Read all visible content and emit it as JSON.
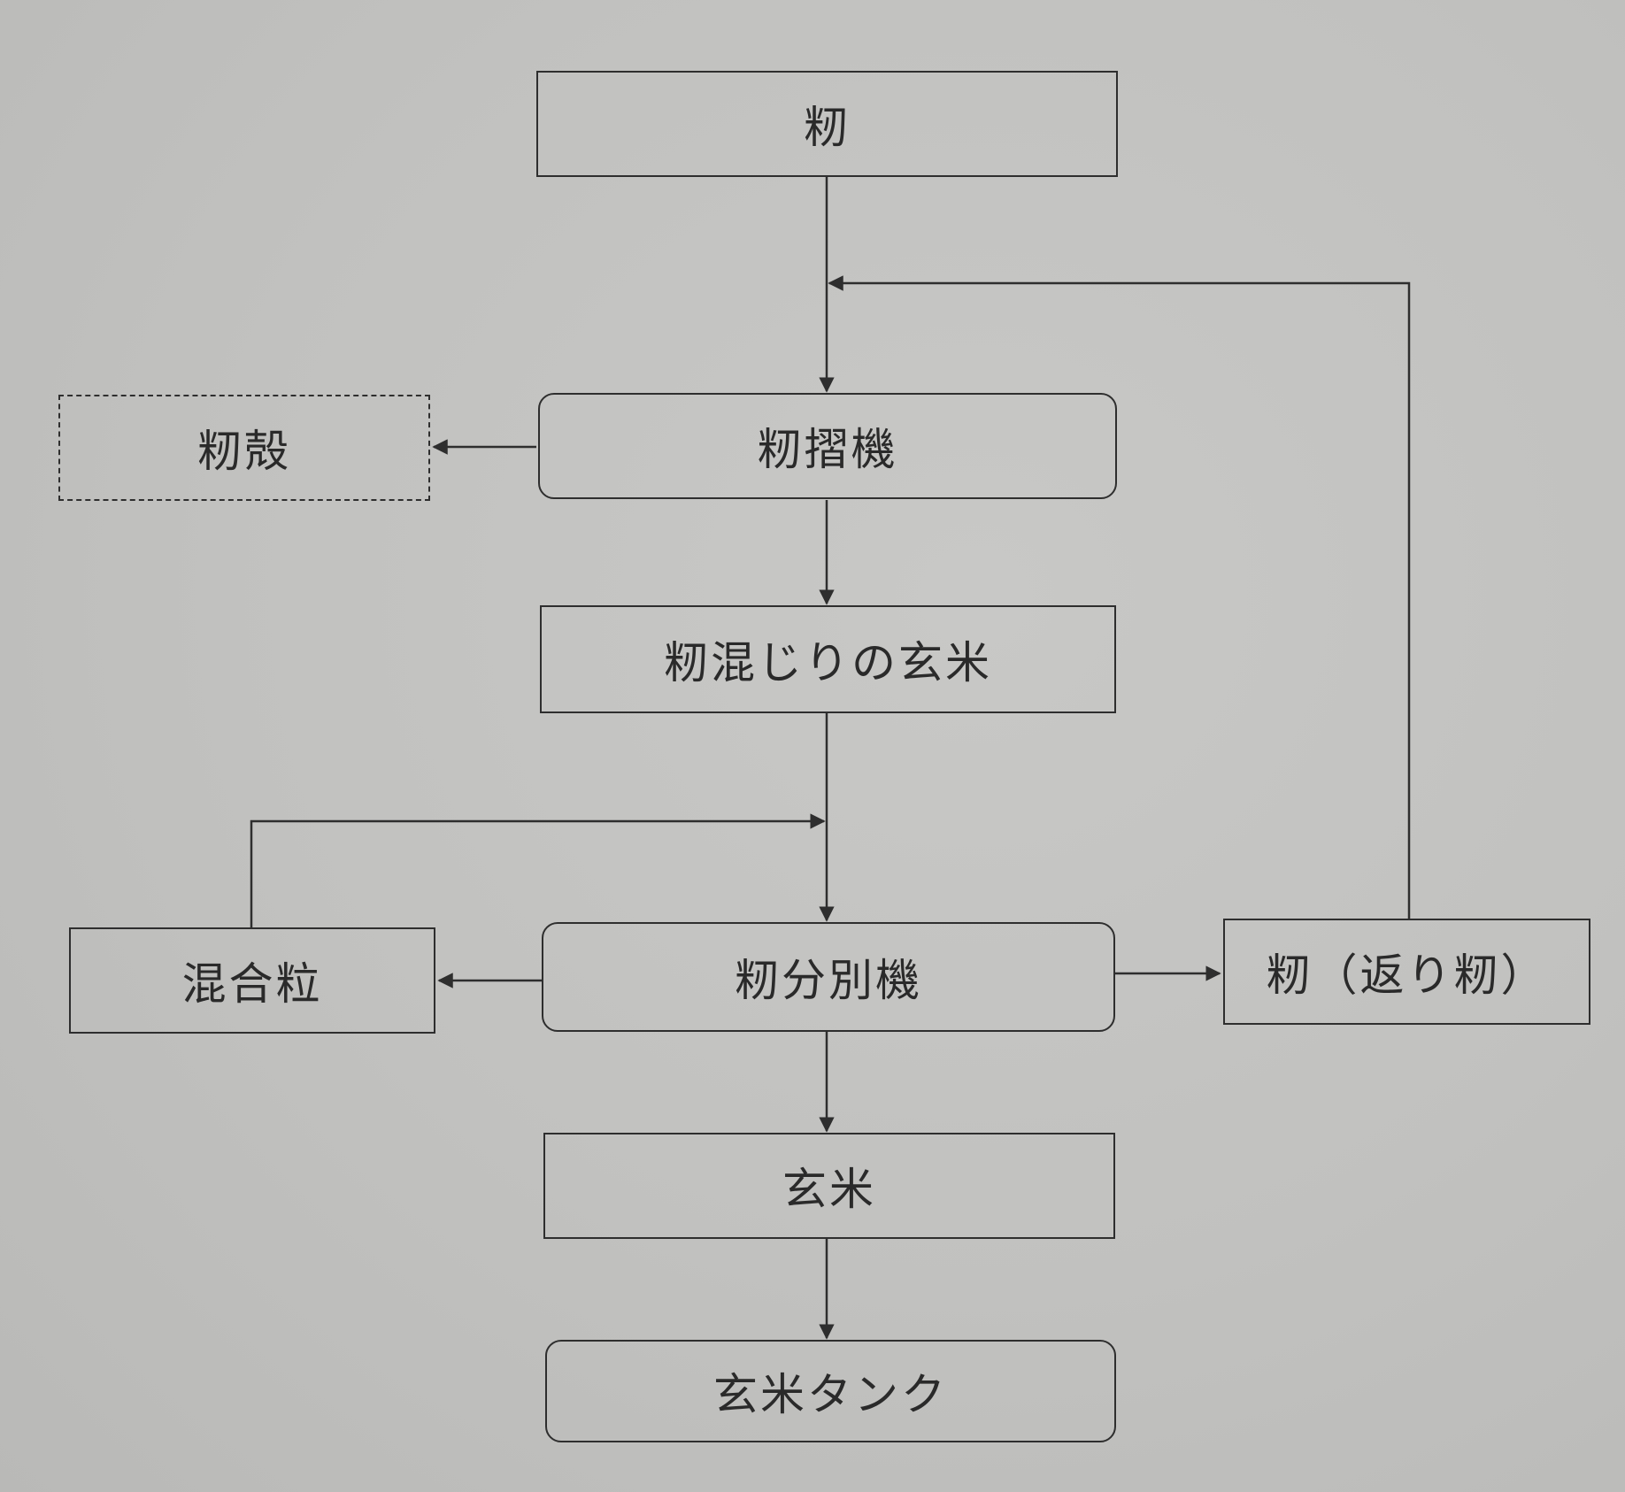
{
  "nodes": {
    "momi": "籾",
    "momisuri_ki": "籾摺機",
    "momigara": "籾殻",
    "momi_majiri_genmai": "籾混じりの玄米",
    "momi_bunbetsu_ki": "籾分別機",
    "kongouryuu": "混合粒",
    "momi_kaeri": "籾（返り籾）",
    "genmai": "玄米",
    "genmai_tank": "玄米タンク"
  },
  "colors": {
    "line": "#2e2e2e",
    "text": "#2a2a2a",
    "background": "#c3c3c1"
  }
}
